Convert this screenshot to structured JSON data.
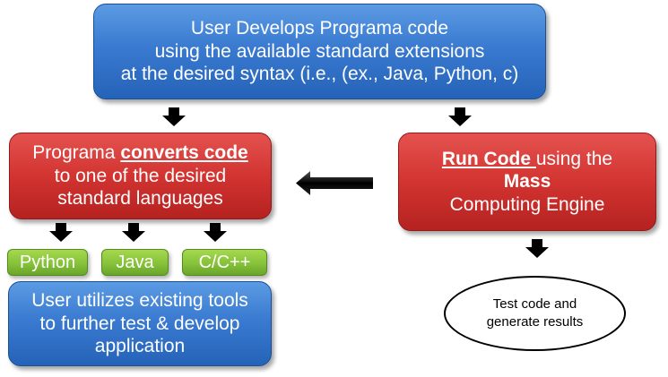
{
  "nodes": {
    "top": {
      "lines": [
        "User Develops Programa code",
        "using the available standard extensions",
        "at the desired syntax (i.e., (ex., Java, Python, c)"
      ]
    },
    "convert": {
      "line1_prefix": "Programa ",
      "line1_emphasis": "converts code",
      "line2": "to one of the desired",
      "line3": "standard languages"
    },
    "run": {
      "line1_emphasis": "Run Code ",
      "line1_suffix": "using the",
      "line2": "Mass",
      "line3": "Computing Engine"
    },
    "languages": [
      "Python",
      "Java",
      "C/C++"
    ],
    "user_tools": {
      "lines": [
        "User utilizes existing tools",
        "to further test & develop",
        "application"
      ]
    },
    "test": {
      "lines": [
        "Test code and",
        "generate results"
      ]
    }
  },
  "colors": {
    "blue": "#3a7ad0",
    "red": "#d23431",
    "green": "#86c23a",
    "arrow": "#000000"
  }
}
